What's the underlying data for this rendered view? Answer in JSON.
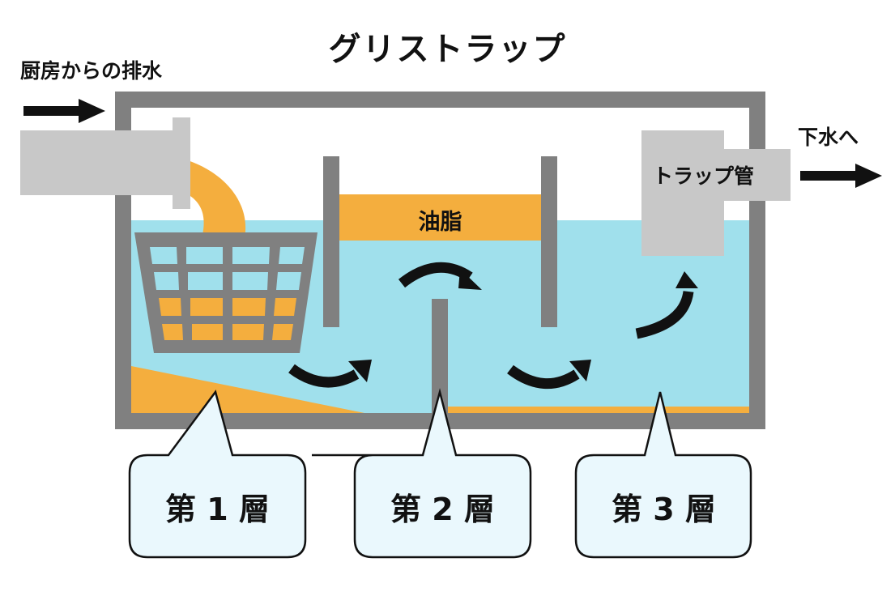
{
  "title": "グリストラップ",
  "inflow_label": "厨房からの排水",
  "outflow_label": "下水へ",
  "trap_pipe_label": "トラップ管",
  "oil_layer_label": "油脂",
  "layers": [
    {
      "label": "第 1 層"
    },
    {
      "label": "第 2 層"
    },
    {
      "label": "第 3 層"
    }
  ],
  "colors": {
    "tank_wall": "#808080",
    "pipe": "#c8c8c8",
    "water": "#a0e0ec",
    "grease": "#f4ae3e",
    "callout_fill": "#eaf8fd",
    "arrow": "#111111"
  }
}
